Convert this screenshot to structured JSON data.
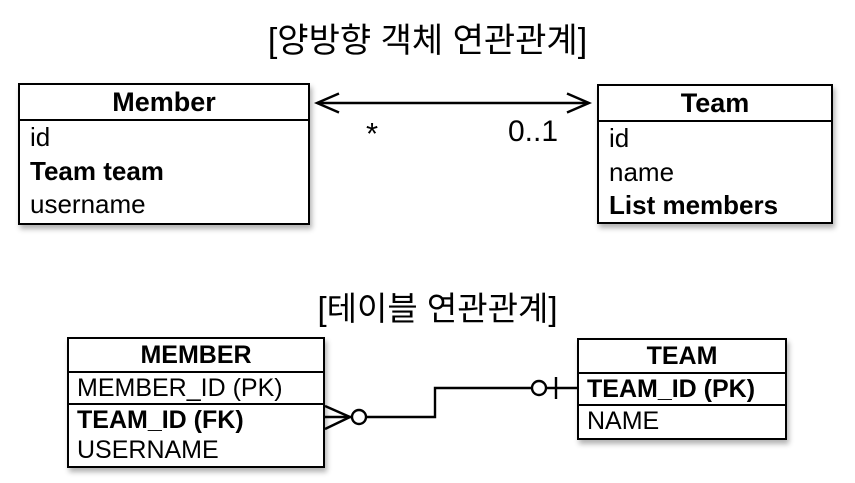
{
  "colors": {
    "ink": "#000000",
    "background": "#ffffff"
  },
  "object_diagram": {
    "title": "[양방향 객체 연관관계]",
    "member_class": {
      "name": "Member",
      "fields": [
        "id",
        "Team team",
        "username"
      ]
    },
    "team_class": {
      "name": "Team",
      "fields": [
        "id",
        "name",
        "List members"
      ]
    },
    "association": {
      "member_multiplicity": "*",
      "team_multiplicity": "0..1"
    }
  },
  "table_diagram": {
    "title": "[테이블 연관관계]",
    "member_table": {
      "name": "MEMBER",
      "columns": [
        "MEMBER_ID (PK)",
        "TEAM_ID (FK)",
        "USERNAME"
      ]
    },
    "team_table": {
      "name": "TEAM",
      "columns": [
        "TEAM_ID (PK)",
        "NAME"
      ]
    }
  }
}
